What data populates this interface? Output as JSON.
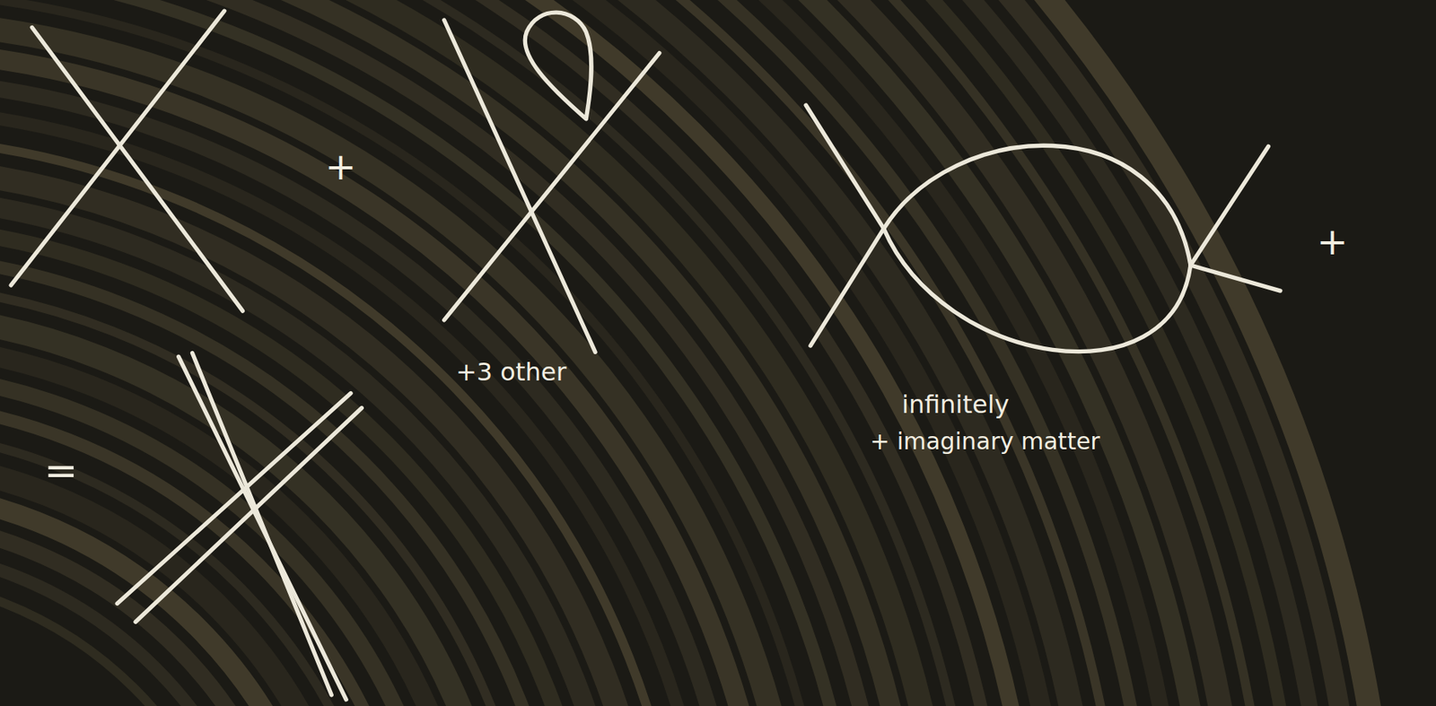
{
  "diagram": {
    "labels": [
      "+",
      "=",
      "+3 other",
      "infinitely",
      "+ imaginary matter",
      "+"
    ]
  }
}
